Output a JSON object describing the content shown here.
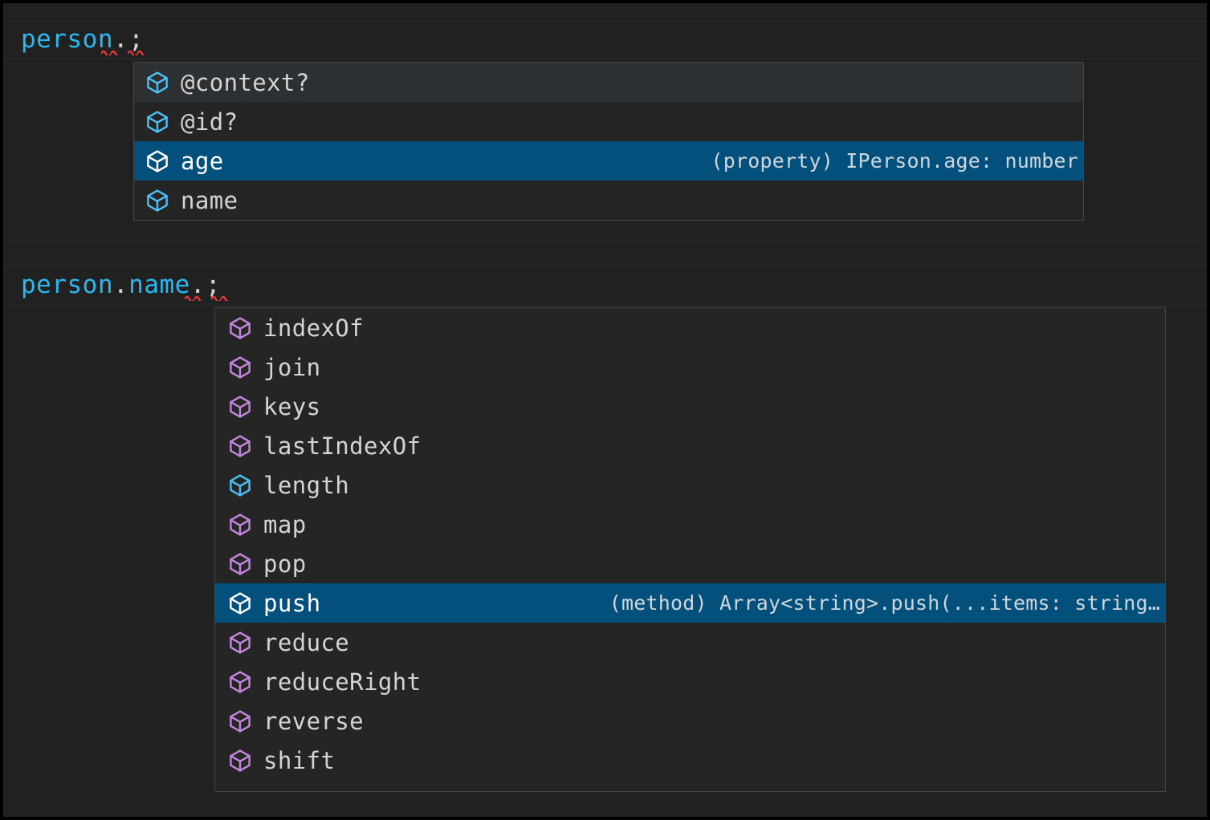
{
  "editor": {
    "background_color": "#212121",
    "lines": [
      {
        "id": "line-1",
        "segments": [
          {
            "text": "person",
            "kind": "identifier"
          },
          {
            "text": ".;",
            "kind": "punctuation"
          }
        ],
        "full_text": "person.;"
      },
      {
        "id": "line-2",
        "segments": [
          {
            "text": "person",
            "kind": "identifier"
          },
          {
            "text": ".",
            "kind": "punctuation"
          },
          {
            "text": "name",
            "kind": "identifier"
          },
          {
            "text": ".;",
            "kind": "punctuation"
          }
        ],
        "full_text": "person.name.;"
      }
    ],
    "error_color": "#f03a3a"
  },
  "colors": {
    "selection": "#04507d",
    "panel_background": "#252526",
    "panel_border": "#454545",
    "hover_background": "#2d3032",
    "icon_property": "#4ec0f5",
    "icon_method": "#c586e0",
    "icon_selected": "#ffffff",
    "text_primary": "#d4d4d4",
    "text_detail": "#cfd6db",
    "identifier": "#29b8f0"
  },
  "suggest_widgets": [
    {
      "id": "suggest-person",
      "for_expression": "person.",
      "items": [
        {
          "label": "@context?",
          "icon": "cube-icon",
          "icon_kind": "property",
          "state": "hover",
          "detail": ""
        },
        {
          "label": "@id?",
          "icon": "cube-icon",
          "icon_kind": "property",
          "state": "normal",
          "detail": ""
        },
        {
          "label": "age",
          "icon": "cube-icon",
          "icon_kind": "property",
          "state": "selected",
          "detail": "(property) IPerson.age: number"
        },
        {
          "label": "name",
          "icon": "cube-icon",
          "icon_kind": "property",
          "state": "normal",
          "detail": ""
        }
      ]
    },
    {
      "id": "suggest-person-name",
      "for_expression": "person.name.",
      "items": [
        {
          "label": "indexOf",
          "icon": "cube-icon",
          "icon_kind": "method",
          "state": "normal",
          "detail": ""
        },
        {
          "label": "join",
          "icon": "cube-icon",
          "icon_kind": "method",
          "state": "normal",
          "detail": ""
        },
        {
          "label": "keys",
          "icon": "cube-icon",
          "icon_kind": "method",
          "state": "normal",
          "detail": ""
        },
        {
          "label": "lastIndexOf",
          "icon": "cube-icon",
          "icon_kind": "method",
          "state": "normal",
          "detail": ""
        },
        {
          "label": "length",
          "icon": "cube-icon",
          "icon_kind": "property",
          "state": "normal",
          "detail": ""
        },
        {
          "label": "map",
          "icon": "cube-icon",
          "icon_kind": "method",
          "state": "normal",
          "detail": ""
        },
        {
          "label": "pop",
          "icon": "cube-icon",
          "icon_kind": "method",
          "state": "normal",
          "detail": ""
        },
        {
          "label": "push",
          "icon": "cube-icon",
          "icon_kind": "method",
          "state": "selected",
          "detail": "(method) Array<string>.push(...items: string…"
        },
        {
          "label": "reduce",
          "icon": "cube-icon",
          "icon_kind": "method",
          "state": "normal",
          "detail": ""
        },
        {
          "label": "reduceRight",
          "icon": "cube-icon",
          "icon_kind": "method",
          "state": "normal",
          "detail": ""
        },
        {
          "label": "reverse",
          "icon": "cube-icon",
          "icon_kind": "method",
          "state": "normal",
          "detail": ""
        },
        {
          "label": "shift",
          "icon": "cube-icon",
          "icon_kind": "method",
          "state": "normal",
          "detail": ""
        }
      ]
    }
  ]
}
